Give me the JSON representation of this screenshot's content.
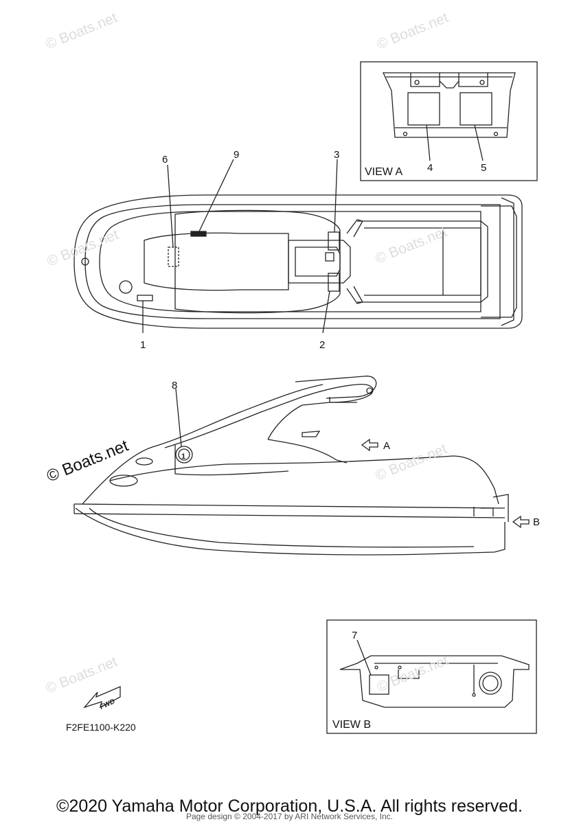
{
  "watermark": "© Boats.net",
  "callouts": {
    "c1": "1",
    "c2": "2",
    "c3": "3",
    "c4": "4",
    "c5": "5",
    "c6": "6",
    "c7": "7",
    "c8": "8",
    "c9": "9"
  },
  "views": {
    "view_a": "VIEW A",
    "view_b": "VIEW B"
  },
  "direction_arrows": {
    "a": "A",
    "b": "B"
  },
  "fwd_label": "FWD",
  "decal_number": "1",
  "part_number": "F2FE1100-K220",
  "footer": {
    "copyright": "©2020 Yamaha Motor Corporation, U.S.A. All rights reserved.",
    "page_design": "Page design © 2004-2017 by ARI Network Services, Inc."
  },
  "colors": {
    "line": "#222222",
    "watermark": "#dddddd"
  }
}
